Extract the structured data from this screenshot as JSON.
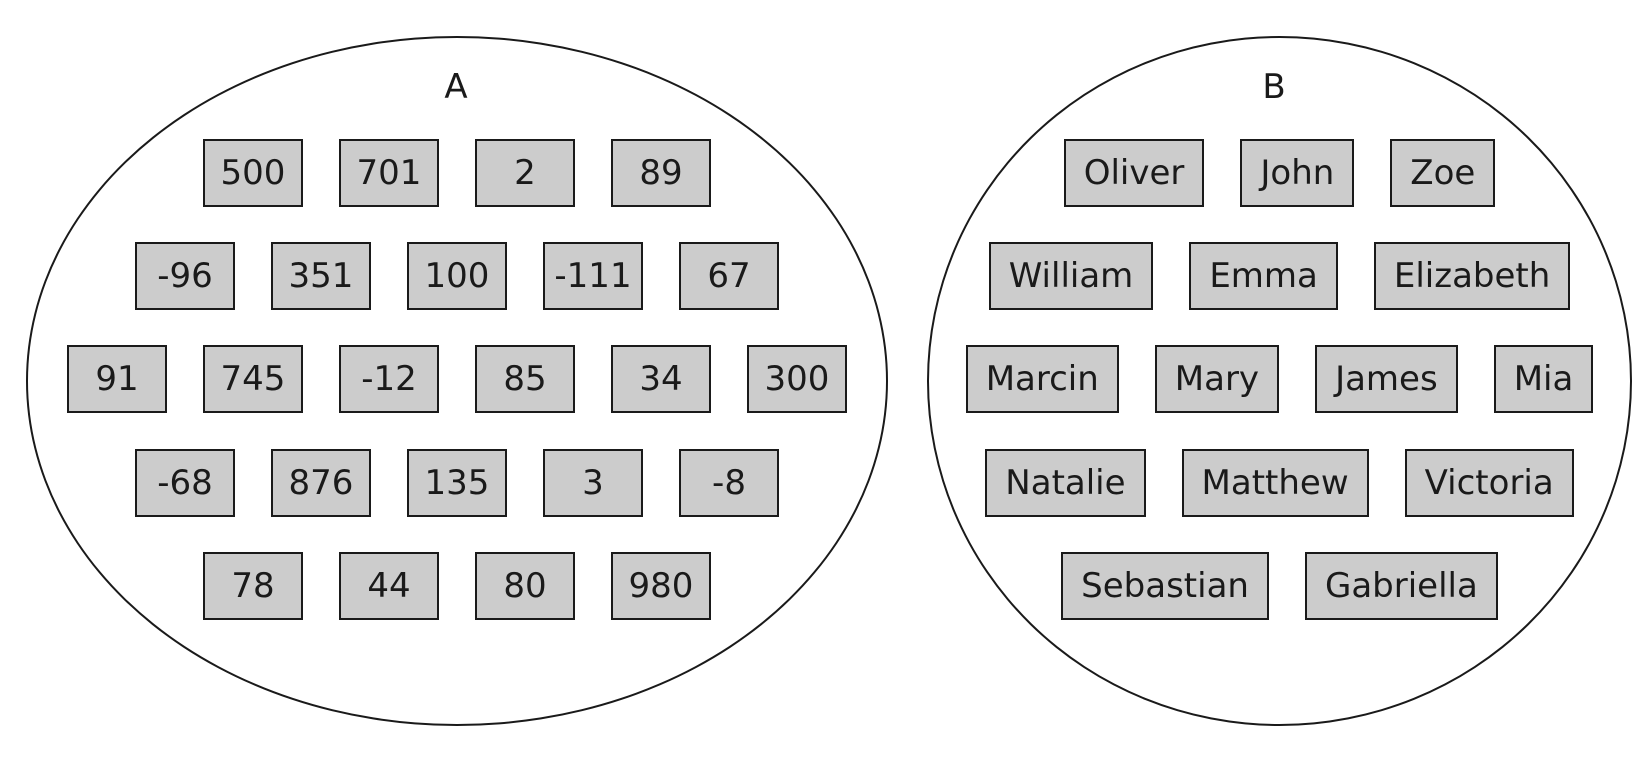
{
  "sets": [
    {
      "label": "A",
      "rows": [
        [
          "500",
          "701",
          "2",
          "89"
        ],
        [
          "-96",
          "351",
          "100",
          "-111",
          "67"
        ],
        [
          "91",
          "745",
          "-12",
          "85",
          "34",
          "300"
        ],
        [
          "-68",
          "876",
          "135",
          "3",
          "-8"
        ],
        [
          "78",
          "44",
          "80",
          "980"
        ]
      ]
    },
    {
      "label": "B",
      "rows": [
        [
          "Oliver",
          "John",
          "Zoe"
        ],
        [
          "William",
          "Emma",
          "Elizabeth"
        ],
        [
          "Marcin",
          "Mary",
          "James",
          "Mia"
        ],
        [
          "Natalie",
          "Matthew",
          "Victoria"
        ],
        [
          "Sebastian",
          "Gabriella"
        ]
      ]
    }
  ],
  "colors": {
    "outline": "#1a1a1a",
    "chip_fill": "#cccccc",
    "background": "#ffffff"
  }
}
